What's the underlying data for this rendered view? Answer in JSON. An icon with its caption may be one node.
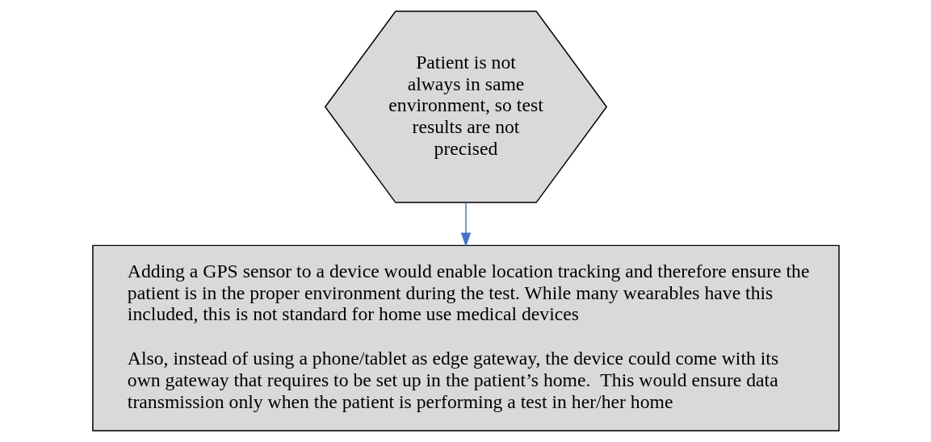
{
  "diagram": {
    "nodes": [
      {
        "text": [
          "Patient is not always in same environment, so test results are not precised"
        ]
      },
      {
        "text": [
          "Adding a GPS sensor to a device would enable location tracking and therefore ensure the patient is in the proper environment during the test. While many wearables have this included, this is not standard for home use medical devices",
          "Also, instead of using a phone/tablet as edge gateway, the device could come with its own gateway that requires to be set up in the patient’s home.  This would ensure data transmission only when the patient is performing a test in her/her home"
        ]
      }
    ],
    "edges": [
      {
        "from": 0,
        "to": 1,
        "arrow": "to",
        "color": "#4472c4"
      }
    ]
  }
}
